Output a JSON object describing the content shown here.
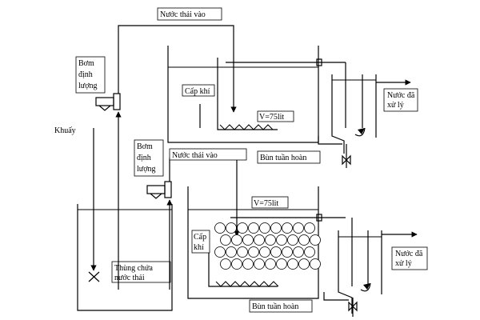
{
  "labels": {
    "inflow_top": "Nước thải vào",
    "inflow_mid": "Nước thải vào",
    "pump1": [
      "Bơm",
      "định",
      "lượng"
    ],
    "pump2": [
      "Bơm",
      "định",
      "lượng"
    ],
    "stirrer": "Khuấy",
    "air1": "Cấp khí",
    "air2": [
      "Cấp",
      "khí"
    ],
    "volume1": "V=75lit",
    "volume2": "V=75lit",
    "sludge1": "Bùn tuần hoàn",
    "sludge2": "Bùn tuần hoàn",
    "treated1": [
      "Nước đã",
      "xử lý"
    ],
    "treated2": [
      "Nước đã",
      "xử lý"
    ],
    "tank": [
      "Thùng chứa",
      "nước thải"
    ]
  }
}
